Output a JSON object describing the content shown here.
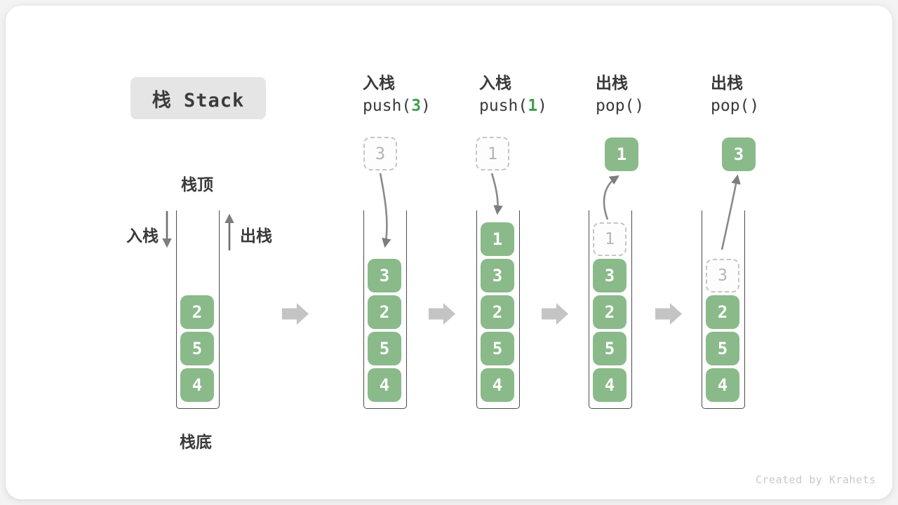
{
  "title": {
    "text": "栈 Stack"
  },
  "legend": {
    "stack_top": "栈顶",
    "stack_bottom": "栈底",
    "push_side": "入栈",
    "pop_side": "出栈"
  },
  "operations": [
    {
      "line1": "入栈",
      "code_prefix": "push(",
      "code_arg": "3",
      "code_suffix": ")"
    },
    {
      "line1": "入栈",
      "code_prefix": "push(",
      "code_arg": "1",
      "code_suffix": ")"
    },
    {
      "line1": "出栈",
      "code_prefix": "pop(",
      "code_arg": "",
      "code_suffix": ")"
    },
    {
      "line1": "出栈",
      "code_prefix": "pop(",
      "code_arg": "",
      "code_suffix": ")"
    }
  ],
  "floating": {
    "push3": "3",
    "push1": "1",
    "pop1": "1",
    "pop3": "3"
  },
  "stacks": {
    "s1": {
      "cells": [
        "2",
        "5",
        "4"
      ]
    },
    "s2": {
      "cells": [
        "3",
        "2",
        "5",
        "4"
      ]
    },
    "s3": {
      "cells": [
        "1",
        "3",
        "2",
        "5",
        "4"
      ]
    },
    "s4": {
      "ghost": "1",
      "cells": [
        "3",
        "2",
        "5",
        "4"
      ]
    },
    "s5": {
      "ghost": "3",
      "cells": [
        "2",
        "5",
        "4"
      ]
    }
  },
  "watermark": "Created by Krahets",
  "colors": {
    "cell_green": "#8aba8a",
    "code_arg_green": "#419e4d",
    "dashed_gray": "#c5c5c5",
    "step_arrow_gray": "#c4c4c4",
    "flow_arrow_gray": "#7d7d7d",
    "title_bg": "#e5e5e5",
    "text_dark": "#3a3a3a"
  }
}
